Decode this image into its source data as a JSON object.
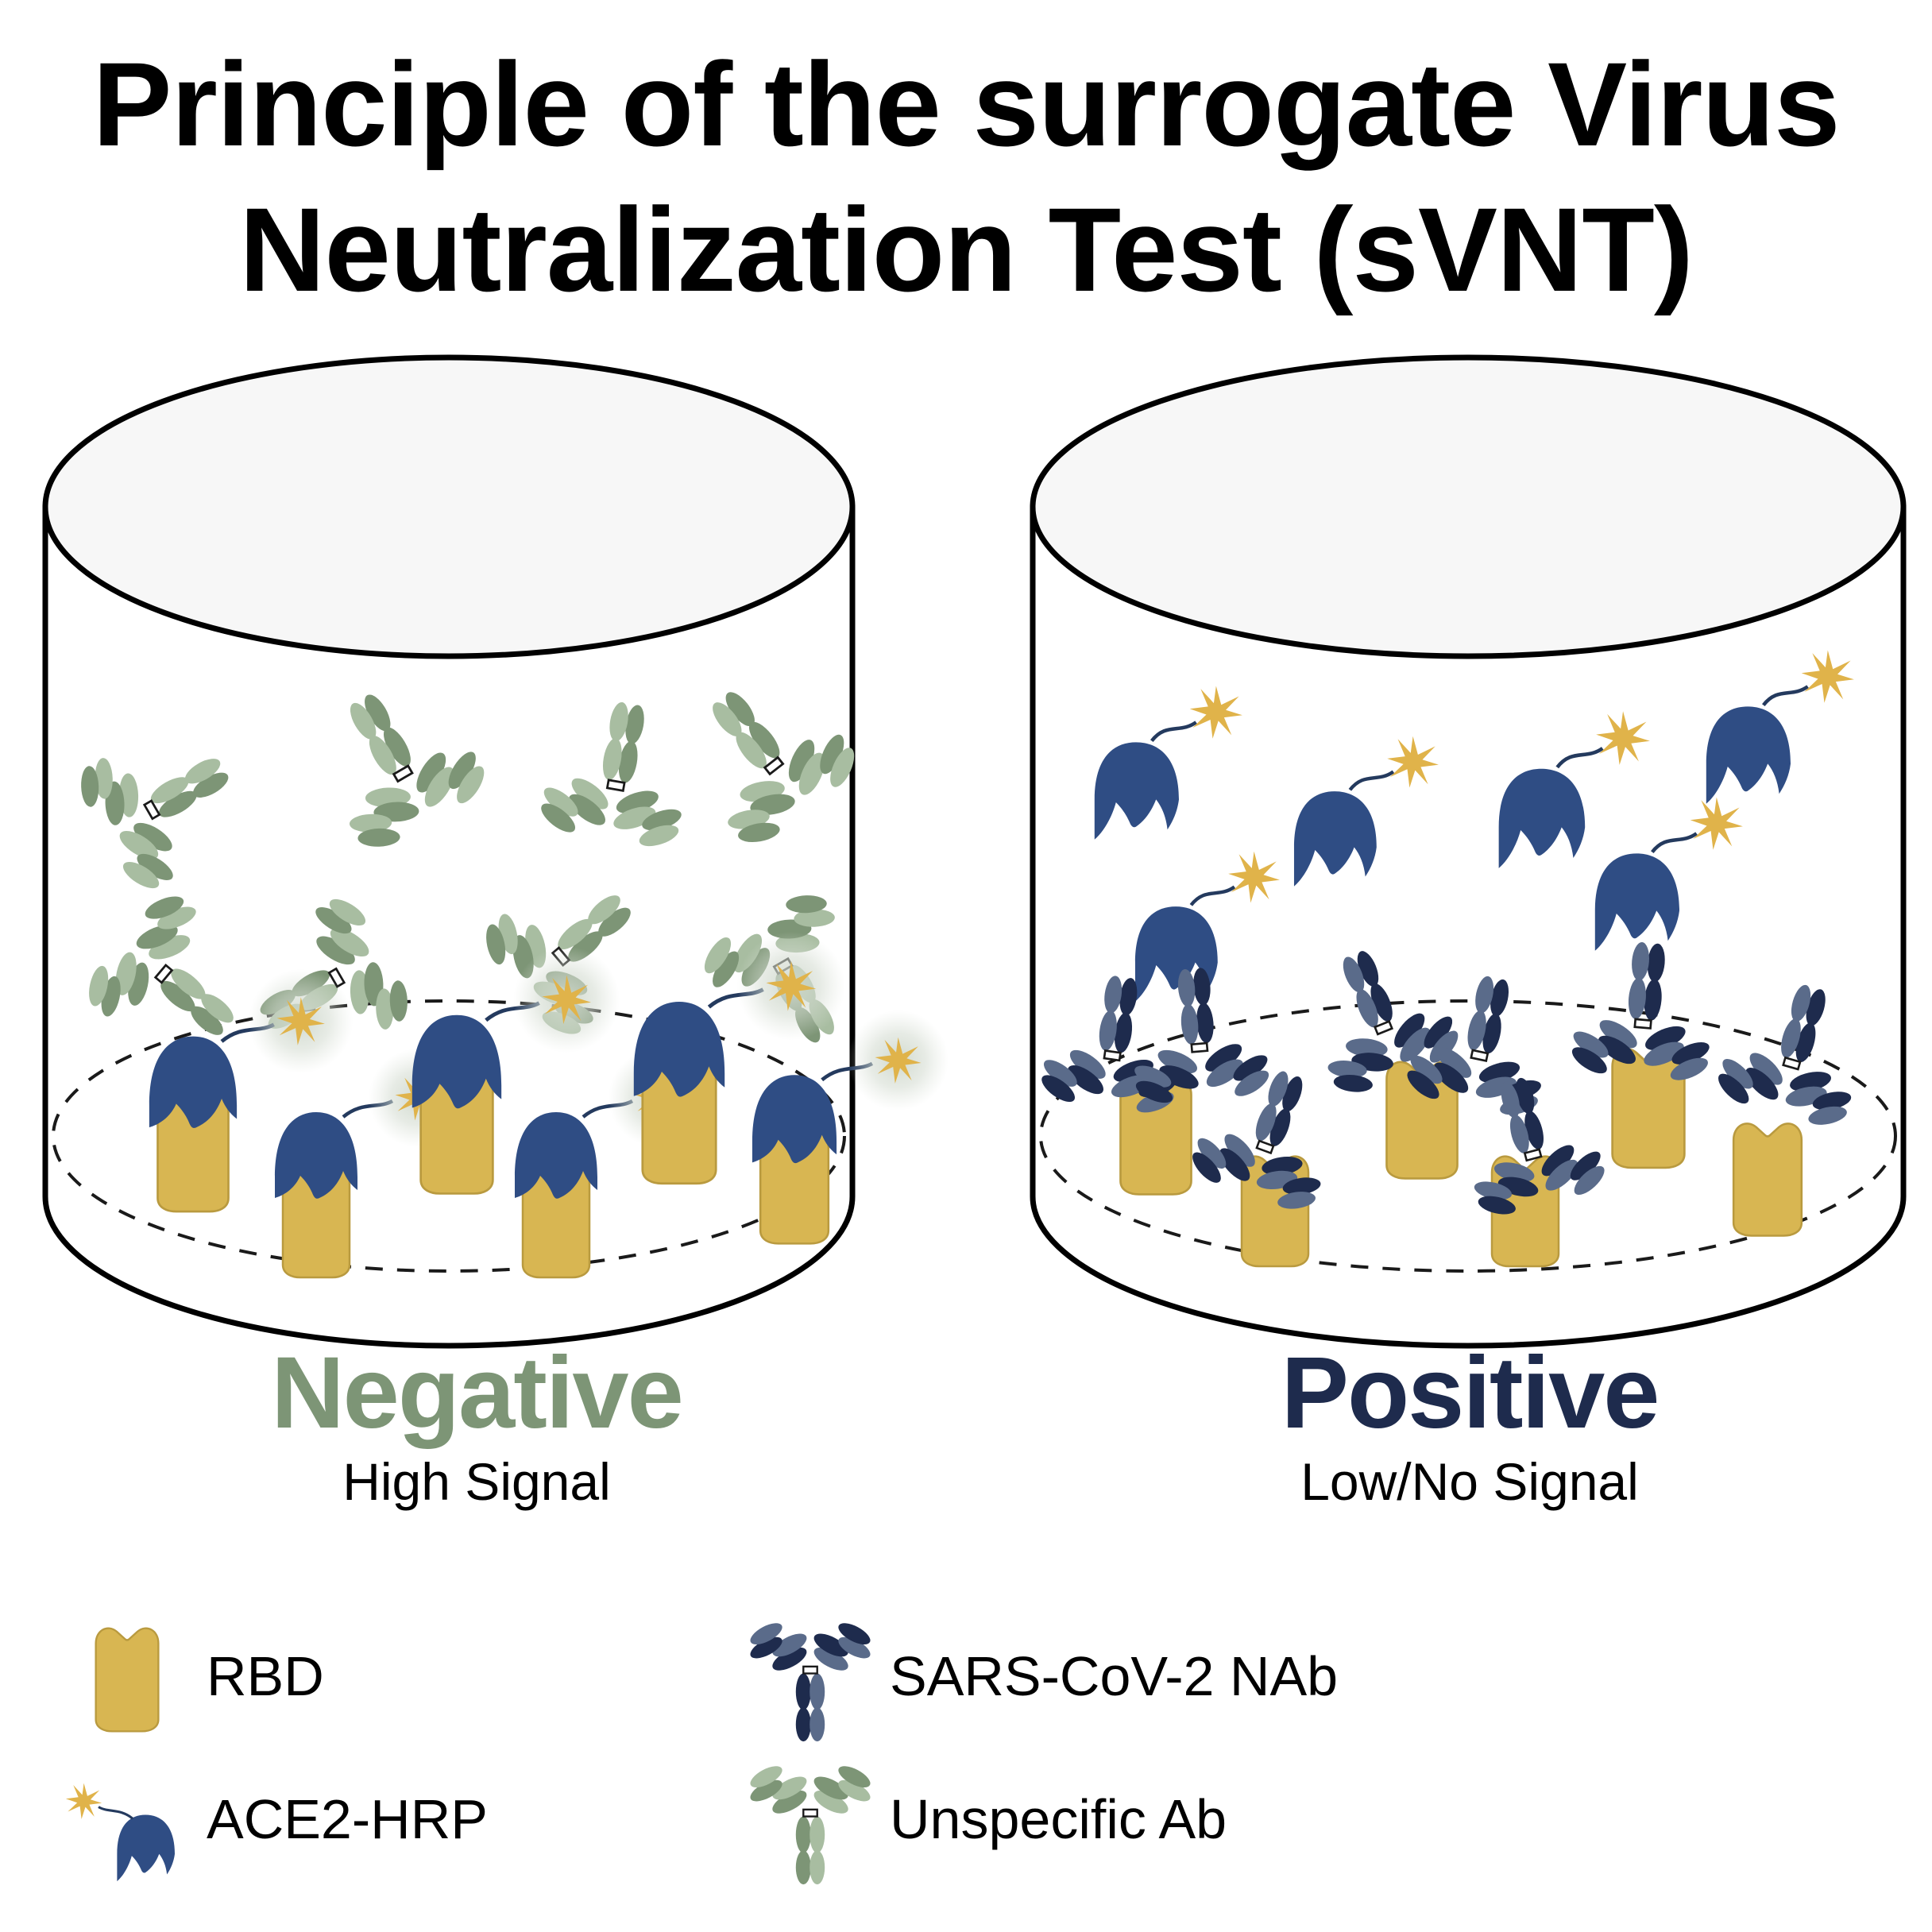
{
  "title": {
    "line1": "Principle of the surrogate Virus",
    "line2": "Neutralization Test (sVNT)"
  },
  "panels": [
    {
      "id": "negative-well",
      "verdict": "Negative",
      "signal": "High Signal",
      "verdict_color": "#7d9576",
      "floating_species": "Unspecific Ab",
      "floating_count": 8,
      "bound_species": "ACE2-HRP bound to RBD",
      "bound_count": 6,
      "signal_state": "glowing"
    },
    {
      "id": "positive-well",
      "verdict": "Positive",
      "signal": "Low/No Signal",
      "verdict_color": "#1e2b4d",
      "floating_species": "ACE2-HRP",
      "floating_count": 6,
      "bound_species": "SARS-CoV-2 NAb bound to RBD",
      "bound_count": 6,
      "signal_state": "no-glow"
    }
  ],
  "legend": {
    "items": [
      {
        "icon": "rbd-icon",
        "label": "RBD",
        "color": "#d8b652"
      },
      {
        "icon": "nab-antibody-icon",
        "label": "SARS-CoV-2 NAb",
        "color": "#1e2b4d"
      },
      {
        "icon": "ace2-hrp-icon",
        "label": "ACE2-HRP",
        "color": "#2f4d84"
      },
      {
        "icon": "unspecific-ab-icon",
        "label": "Unspecific Ab",
        "color": "#7d9576"
      }
    ]
  },
  "colors": {
    "rbd_yellow": "#d8b652",
    "rbd_yellow_stroke": "#b99a3f",
    "ace2_blue": "#2f4d84",
    "nab_navy_dark": "#1e2b4d",
    "nab_navy_light": "#5a6b8a",
    "unspecific_green_dark": "#7d9576",
    "unspecific_green_light": "#a8bda1",
    "hrp_star_gold": "#e0b34a",
    "glow_halo": "#cfd8cc",
    "cylinder_outline": "#000000",
    "cylinder_top_fill": "#f7f7f7",
    "background": "#ffffff"
  }
}
